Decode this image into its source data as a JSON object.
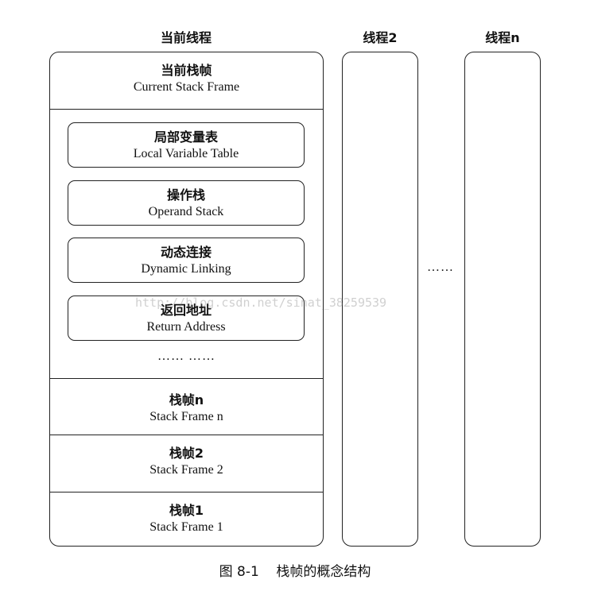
{
  "threads": {
    "current_title": "当前线程",
    "thread2_title": "线程2",
    "threadn_title": "线程n",
    "between_dots": "……"
  },
  "current_frame": {
    "zh": "当前栈帧",
    "en": "Current Stack Frame"
  },
  "frame_parts": [
    {
      "zh": "局部变量表",
      "en": "Local Variable Table"
    },
    {
      "zh": "操作栈",
      "en": "Operand Stack"
    },
    {
      "zh": "动态连接",
      "en": "Dynamic Linking"
    },
    {
      "zh": "返回地址",
      "en": "Return Address"
    }
  ],
  "frame_parts_ellipsis": "…… ……",
  "stack_frames": [
    {
      "zh": "栈帧n",
      "en": "Stack Frame n"
    },
    {
      "zh": "栈帧2",
      "en": "Stack Frame 2"
    },
    {
      "zh": "栈帧1",
      "en": "Stack Frame 1"
    }
  ],
  "watermark": "http://blog.csdn.net/sinat_38259539",
  "caption": "图 8-1    栈帧的概念结构"
}
